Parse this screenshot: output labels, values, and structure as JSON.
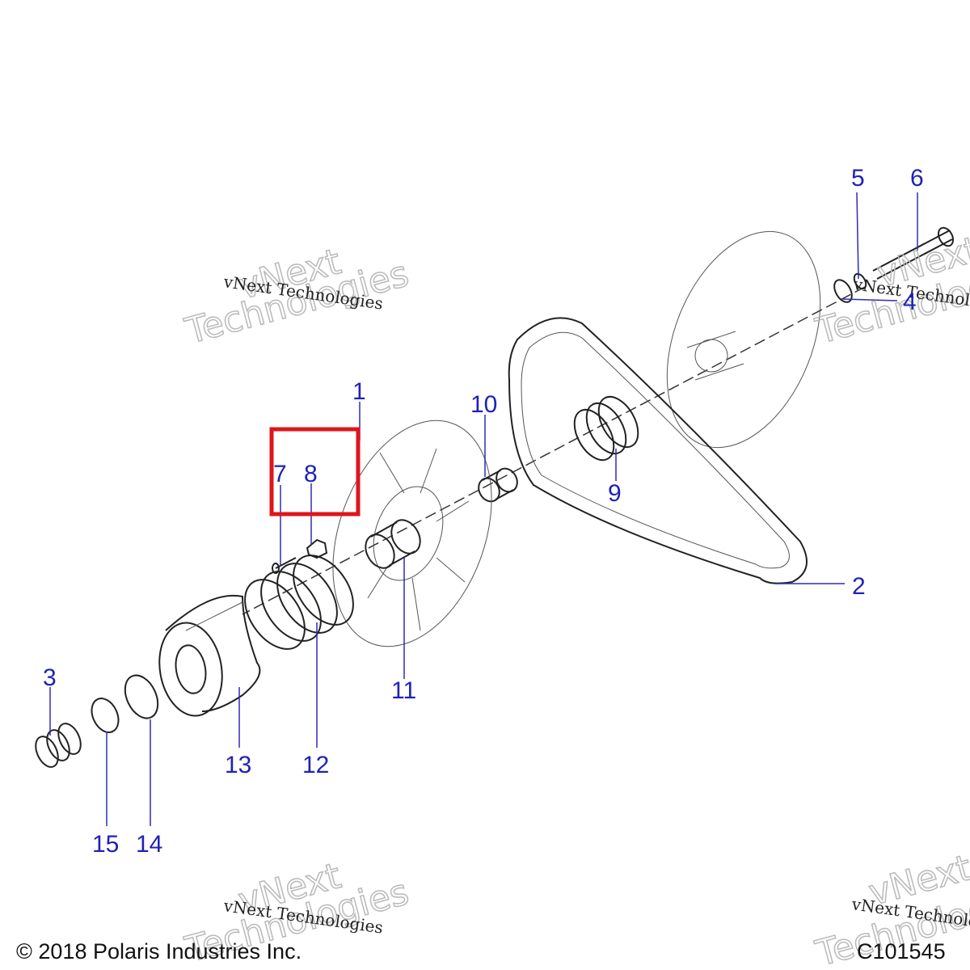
{
  "callouts": [
    {
      "id": "1",
      "text": "1"
    },
    {
      "id": "2",
      "text": "2"
    },
    {
      "id": "3",
      "text": "3"
    },
    {
      "id": "4",
      "text": "4"
    },
    {
      "id": "5",
      "text": "5"
    },
    {
      "id": "6",
      "text": "6"
    },
    {
      "id": "7",
      "text": "7"
    },
    {
      "id": "8",
      "text": "8"
    },
    {
      "id": "9",
      "text": "9"
    },
    {
      "id": "10",
      "text": "10"
    },
    {
      "id": "11",
      "text": "11"
    },
    {
      "id": "12",
      "text": "12"
    },
    {
      "id": "13",
      "text": "13"
    },
    {
      "id": "14",
      "text": "14"
    },
    {
      "id": "15",
      "text": "15"
    }
  ],
  "watermark": {
    "line_small": "vNext Technologies",
    "line_big_1": "vNext",
    "line_big_2": "Technologies"
  },
  "footer": {
    "copyright": "© 2018 Polaris Industries Inc.",
    "code": "C101545"
  },
  "colors": {
    "callout": "#1f22b8",
    "highlight_box": "#e0141b",
    "line_art": "#222222"
  }
}
